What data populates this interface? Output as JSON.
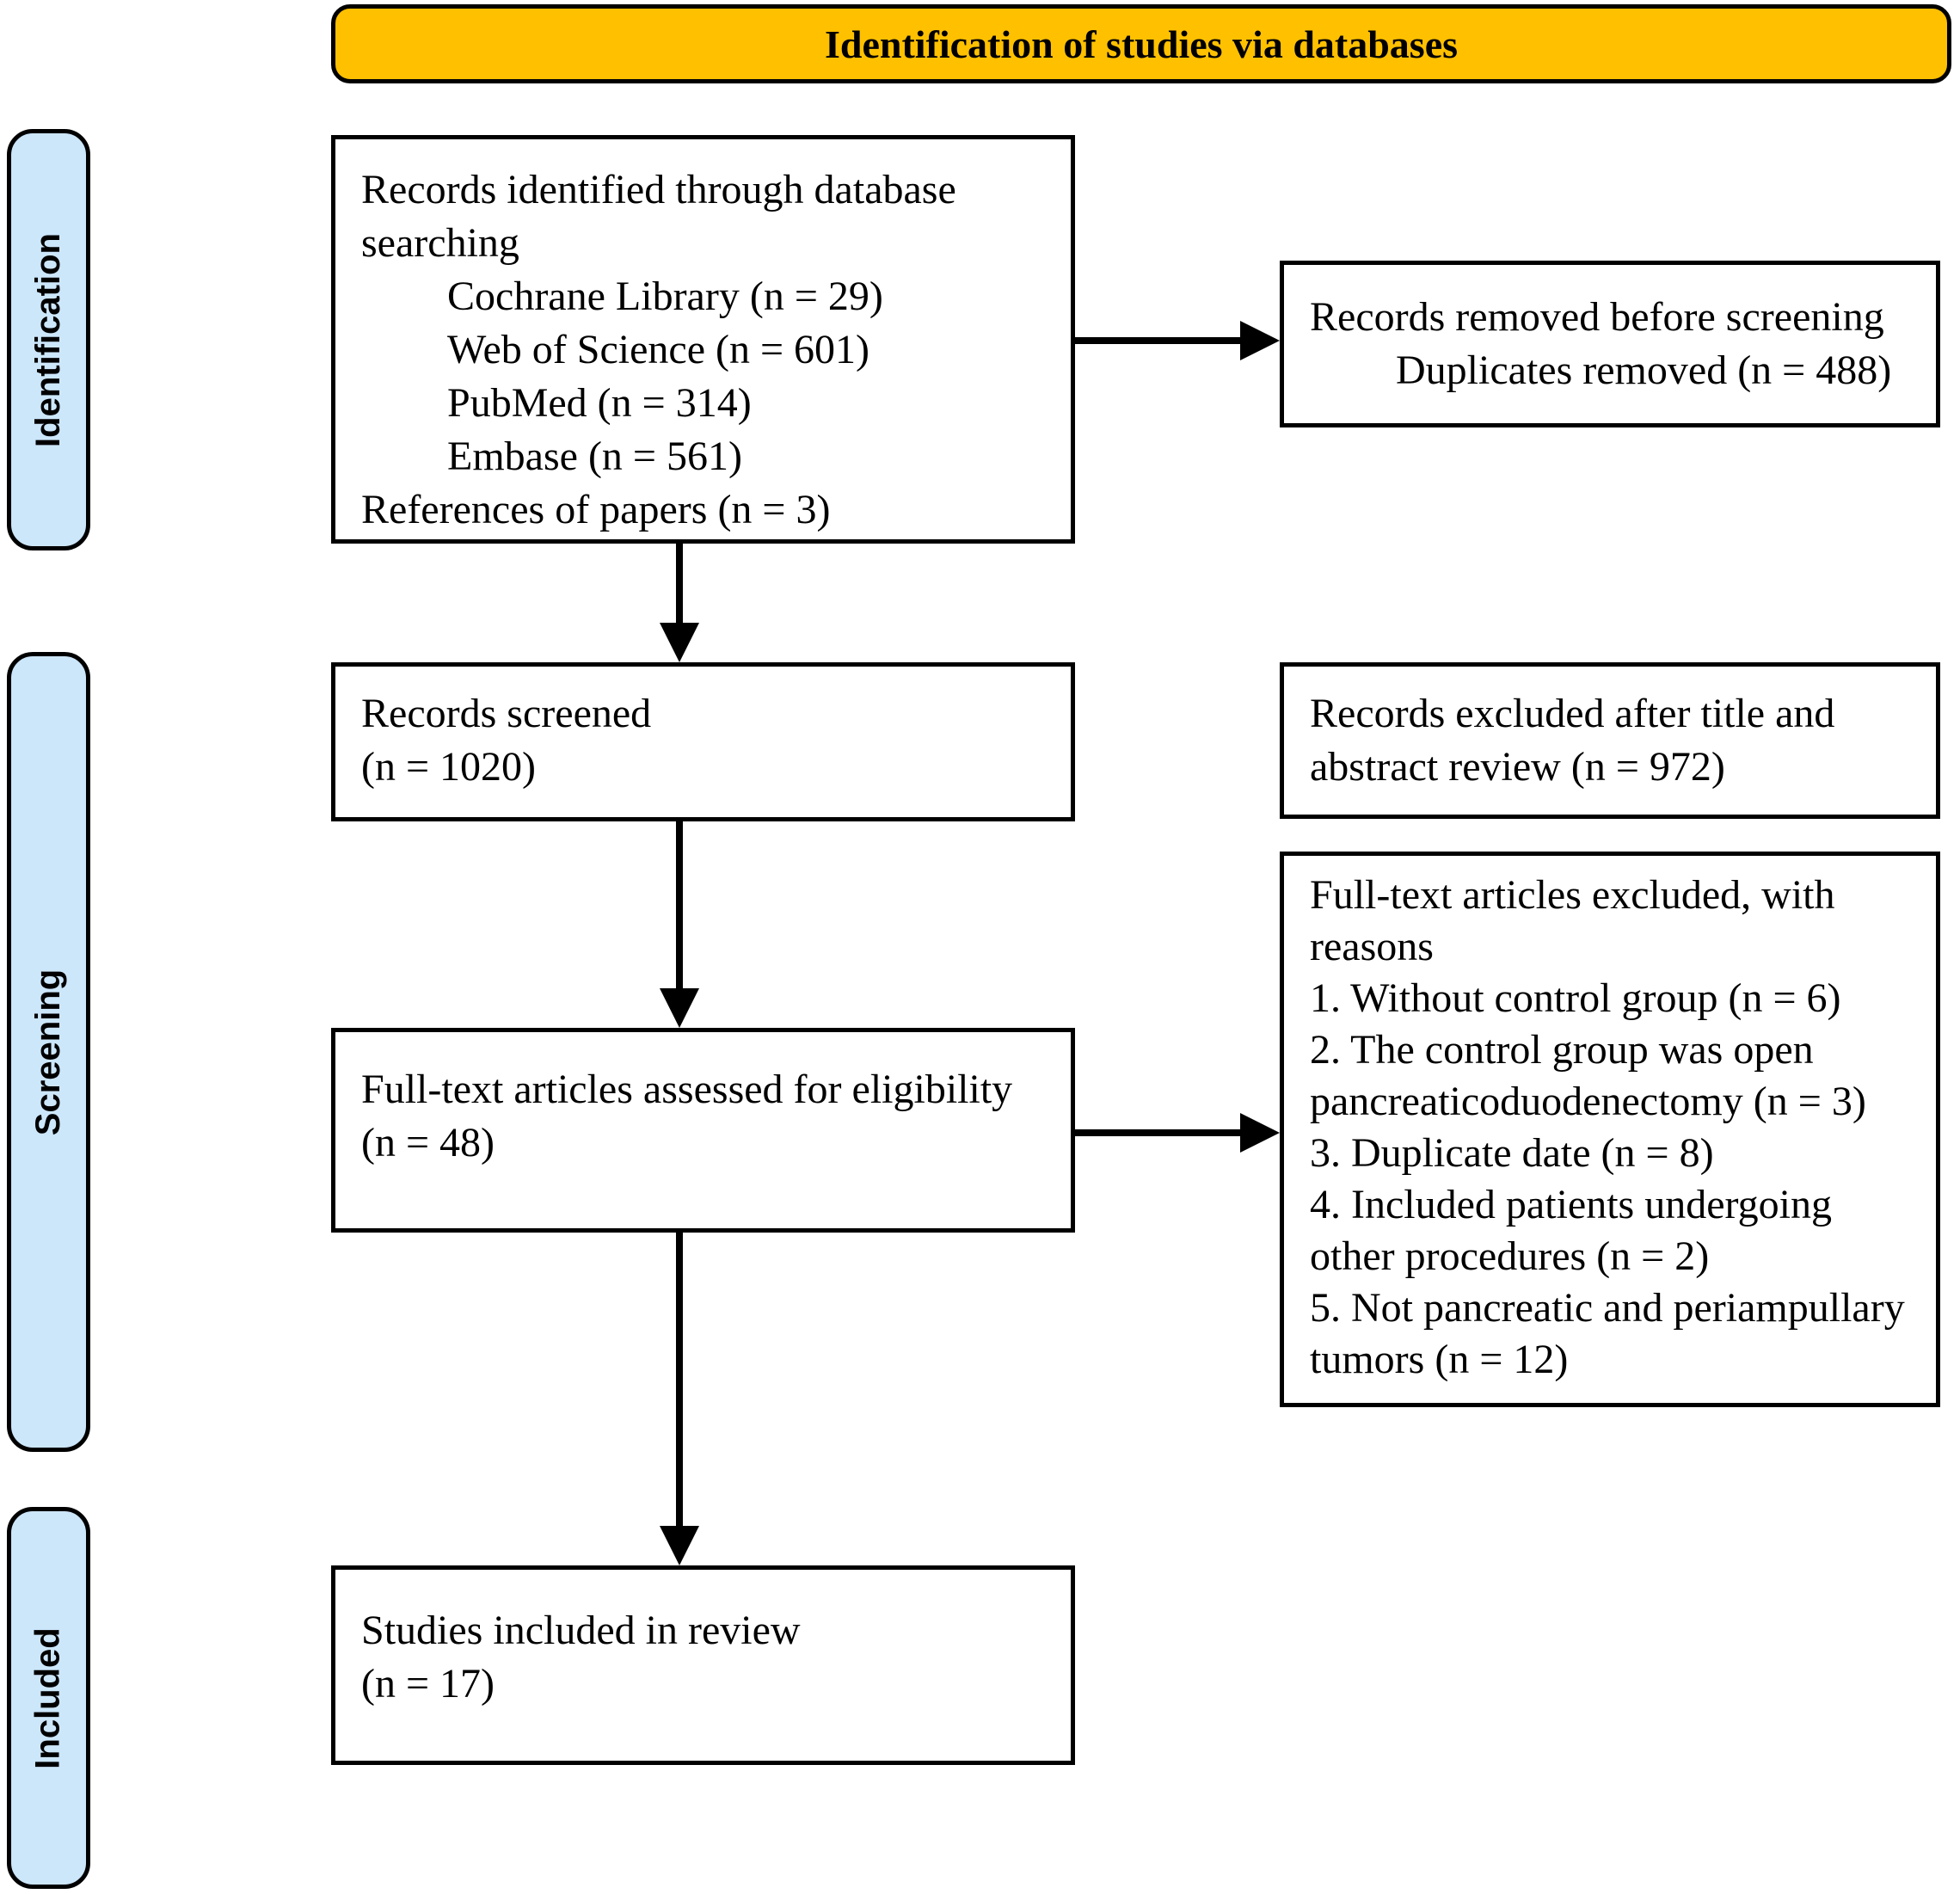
{
  "banner": {
    "label": "Identification of studies via databases"
  },
  "stages": [
    {
      "label": "Identification"
    },
    {
      "label": "Screening"
    },
    {
      "label": "Included"
    }
  ],
  "colors": {
    "banner_bg": "#FFC000",
    "stage_bg": "#CCE6FA",
    "border": "#000000"
  },
  "boxes": {
    "identified": {
      "intro": "Records identified through database searching",
      "sources": [
        "Cochrane Library (n = 29)",
        "Web of Science (n = 601)",
        "PubMed (n = 314)",
        "Embase (n = 561)"
      ],
      "refs": "References of papers (n = 3)"
    },
    "removed": {
      "line1": "Records removed before screening",
      "line2": "Duplicates removed (n = 488)"
    },
    "screened": {
      "line1": "Records screened",
      "line2": "(n = 1020)"
    },
    "excluded_title": {
      "text": "Records excluded after title and abstract review (n = 972)"
    },
    "fulltext_excluded": {
      "header": "Full-text articles excluded, with reasons",
      "reasons": [
        "1. Without control group (n = 6)",
        "2. The control group was open pancreaticoduodenectomy (n = 3)",
        "3. Duplicate date (n = 8)",
        "4. Included patients undergoing other procedures (n = 2)",
        "5. Not pancreatic and periampullary tumors (n = 12)"
      ]
    },
    "assessed": {
      "line1": "Full-text articles assessed for eligibility",
      "line2": "(n = 48)"
    },
    "included": {
      "line1": "Studies included in review",
      "line2": "(n = 17)"
    }
  }
}
